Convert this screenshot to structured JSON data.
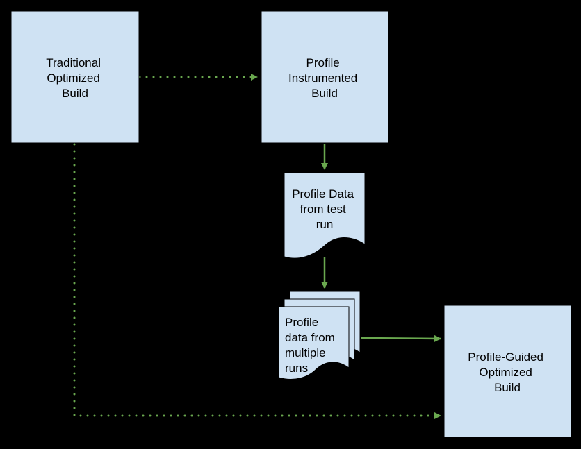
{
  "colors": {
    "background": "#000000",
    "box_fill": "#cfe2f3",
    "box_stroke": "#000000",
    "arrow": "#6aa84f"
  },
  "nodes": {
    "traditional_build": {
      "lines": [
        "Traditional",
        "Optimized",
        "Build"
      ]
    },
    "instrumented_build": {
      "lines": [
        "Profile",
        "Instrumented",
        "Build"
      ]
    },
    "test_run_data": {
      "lines": [
        "Profile Data",
        "from test",
        "run"
      ]
    },
    "multi_run_data": {
      "lines": [
        "Profile",
        "data from",
        "multiple",
        "runs"
      ]
    },
    "pgo_build": {
      "lines": [
        "Profile-Guided",
        "Optimized",
        "Build"
      ]
    }
  },
  "edges": [
    {
      "from": "traditional_build",
      "to": "instrumented_build",
      "style": "dotted"
    },
    {
      "from": "instrumented_build",
      "to": "test_run_data",
      "style": "solid"
    },
    {
      "from": "test_run_data",
      "to": "multi_run_data",
      "style": "solid"
    },
    {
      "from": "multi_run_data",
      "to": "pgo_build",
      "style": "solid"
    },
    {
      "from": "traditional_build",
      "to": "pgo_build",
      "style": "dotted"
    }
  ]
}
